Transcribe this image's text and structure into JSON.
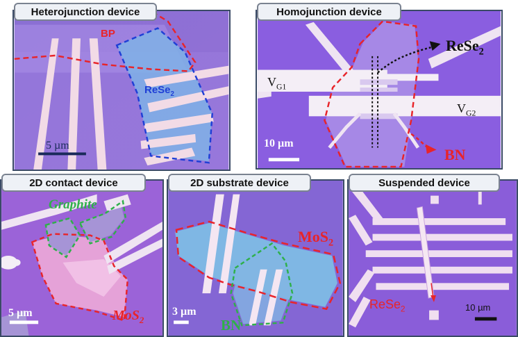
{
  "panels": {
    "heterojunction": {
      "title": "Heterojunction device",
      "material_a": "BP",
      "material_b_base": "ReSe",
      "material_b_sub": "2",
      "scale": "5 µm"
    },
    "homojunction": {
      "title": "Homojunction device",
      "material_base": "ReSe",
      "material_sub": "2",
      "gate1_base": "V",
      "gate1_sub": "G1",
      "gate2_base": "V",
      "gate2_sub": "G2",
      "substrate": "BN",
      "scale": "10 µm"
    },
    "contact2d": {
      "title": "2D contact device",
      "contact": "Graphite",
      "channel_base": "MoS",
      "channel_sub": "2",
      "scale": "5 µm"
    },
    "substrate2d": {
      "title": "2D substrate device",
      "channel_base": "MoS",
      "channel_sub": "2",
      "substrate": "BN",
      "scale": "3 µm"
    },
    "suspended": {
      "title": "Suspended device",
      "material_base": "ReSe",
      "material_sub": "2",
      "scale": "10 µm"
    }
  },
  "colors": {
    "red_outline": "#e8242a",
    "blue_outline": "#1f3fd6",
    "green_outline": "#2fb04a"
  }
}
